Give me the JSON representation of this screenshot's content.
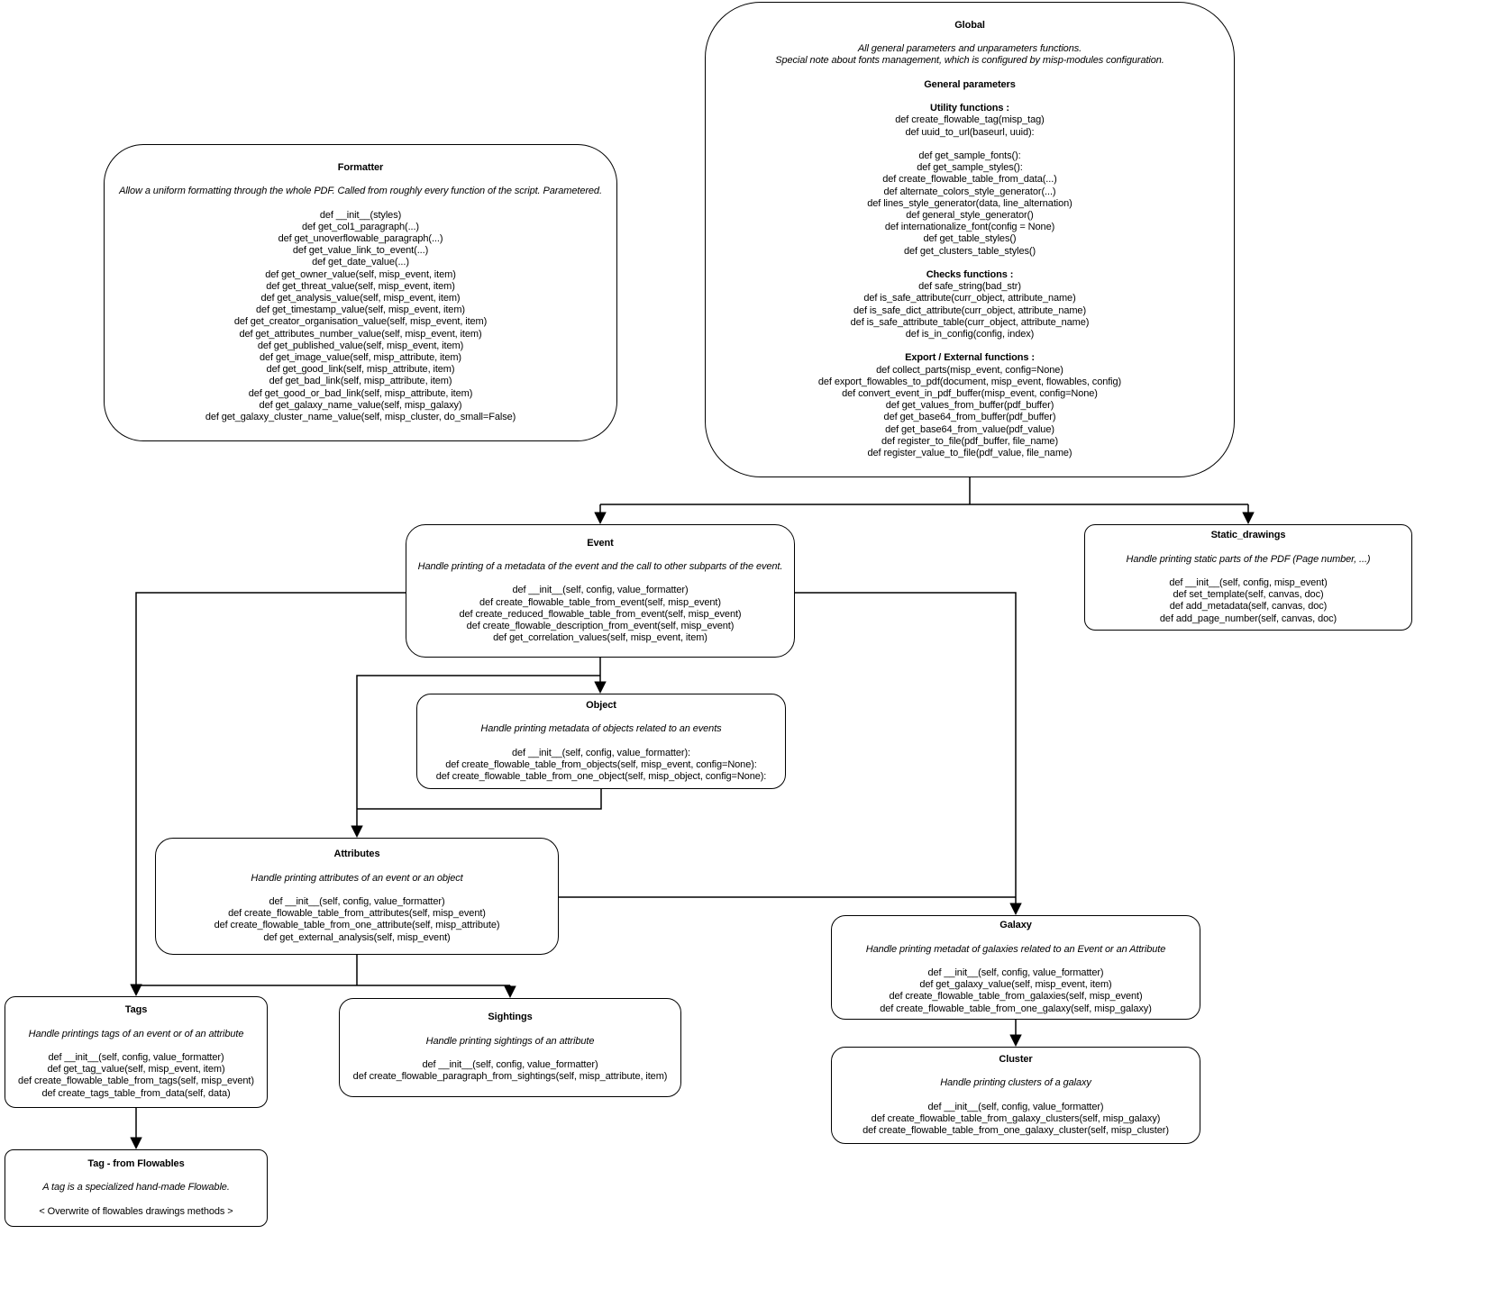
{
  "diagram": {
    "background_color": "#ffffff",
    "stroke_color": "#000000",
    "text_color": "#000000",
    "boxes": [
      {
        "id": "formatter",
        "title": "Formatter",
        "lines": [
          {
            "s": "blank"
          },
          {
            "t": "Allow a uniform formatting through the whole PDF. Called from roughly every function of the script. Parametered.",
            "s": "italic"
          },
          {
            "s": "blank"
          },
          {
            "t": "def __init__(styles)",
            "s": "plain"
          },
          {
            "t": "def get_col1_paragraph(...)",
            "s": "plain"
          },
          {
            "t": "def get_unoverflowable_paragraph(...)",
            "s": "plain"
          },
          {
            "t": "def get_value_link_to_event(...)",
            "s": "plain"
          },
          {
            "t": "def get_date_value(...)",
            "s": "plain"
          },
          {
            "t": "def get_owner_value(self, misp_event, item)",
            "s": "plain"
          },
          {
            "t": "def get_threat_value(self, misp_event, item)",
            "s": "plain"
          },
          {
            "t": "def get_analysis_value(self, misp_event, item)",
            "s": "plain"
          },
          {
            "t": "def get_timestamp_value(self, misp_event, item)",
            "s": "plain"
          },
          {
            "t": "def get_creator_organisation_value(self, misp_event, item)",
            "s": "plain"
          },
          {
            "t": "def get_attributes_number_value(self, misp_event, item)",
            "s": "plain"
          },
          {
            "t": "def get_published_value(self, misp_event, item)",
            "s": "plain"
          },
          {
            "t": "def get_image_value(self, misp_attribute, item)",
            "s": "plain"
          },
          {
            "t": "def get_good_link(self, misp_attribute, item)",
            "s": "plain"
          },
          {
            "t": "def get_bad_link(self, misp_attribute, item)",
            "s": "plain"
          },
          {
            "t": "def get_good_or_bad_link(self, misp_attribute, item)",
            "s": "plain"
          },
          {
            "t": "def get_galaxy_name_value(self, misp_galaxy)",
            "s": "plain"
          },
          {
            "t": "def get_galaxy_cluster_name_value(self, misp_cluster, do_small=False)",
            "s": "plain"
          }
        ]
      },
      {
        "id": "global",
        "title": "Global",
        "lines": [
          {
            "s": "blank"
          },
          {
            "t": "All general parameters and unparameters functions.",
            "s": "italic"
          },
          {
            "t": "Special note about fonts management, which is configured by misp-modules configuration.",
            "s": "italic"
          },
          {
            "s": "blank"
          },
          {
            "t": "General parameters",
            "s": "bold"
          },
          {
            "s": "blank"
          },
          {
            "t": "Utility functions :",
            "s": "bold"
          },
          {
            "t": "def create_flowable_tag(misp_tag)",
            "s": "plain"
          },
          {
            "t": "def uuid_to_url(baseurl, uuid):",
            "s": "plain"
          },
          {
            "s": "blank"
          },
          {
            "t": "def get_sample_fonts():",
            "s": "plain"
          },
          {
            "t": "def get_sample_styles():",
            "s": "plain"
          },
          {
            "t": "def create_flowable_table_from_data(...)",
            "s": "plain"
          },
          {
            "t": "def alternate_colors_style_generator(...)",
            "s": "plain"
          },
          {
            "t": "def lines_style_generator(data, line_alternation)",
            "s": "plain"
          },
          {
            "t": "def general_style_generator()",
            "s": "plain"
          },
          {
            "t": "def internationalize_font(config = None)",
            "s": "plain"
          },
          {
            "t": "def get_table_styles()",
            "s": "plain"
          },
          {
            "t": "def get_clusters_table_styles()",
            "s": "plain"
          },
          {
            "s": "blank"
          },
          {
            "t": "Checks functions :",
            "s": "bold"
          },
          {
            "t": "def safe_string(bad_str)",
            "s": "plain"
          },
          {
            "t": "def is_safe_attribute(curr_object, attribute_name)",
            "s": "plain"
          },
          {
            "t": "def is_safe_dict_attribute(curr_object, attribute_name)",
            "s": "plain"
          },
          {
            "t": "def is_safe_attribute_table(curr_object, attribute_name)",
            "s": "plain"
          },
          {
            "t": "def is_in_config(config, index)",
            "s": "plain"
          },
          {
            "s": "blank"
          },
          {
            "t": "Export / External functions :",
            "s": "bold"
          },
          {
            "t": "def collect_parts(misp_event, config=None)",
            "s": "plain"
          },
          {
            "t": "def export_flowables_to_pdf(document, misp_event, flowables, config)",
            "s": "plain"
          },
          {
            "t": "def convert_event_in_pdf_buffer(misp_event, config=None)",
            "s": "plain"
          },
          {
            "t": "def get_values_from_buffer(pdf_buffer)",
            "s": "plain"
          },
          {
            "t": "def get_base64_from_buffer(pdf_buffer)",
            "s": "plain"
          },
          {
            "t": "def get_base64_from_value(pdf_value)",
            "s": "plain"
          },
          {
            "t": "def register_to_file(pdf_buffer, file_name)",
            "s": "plain"
          },
          {
            "t": "def register_value_to_file(pdf_value, file_name)",
            "s": "plain"
          }
        ]
      },
      {
        "id": "event",
        "title": "Event",
        "lines": [
          {
            "s": "blank"
          },
          {
            "t": "Handle printing of a metadata of the event and the call to other subparts of the event.",
            "s": "italic"
          },
          {
            "s": "blank"
          },
          {
            "t": "def __init__(self, config, value_formatter)",
            "s": "plain"
          },
          {
            "t": "def create_flowable_table_from_event(self, misp_event)",
            "s": "plain"
          },
          {
            "t": "def create_reduced_flowable_table_from_event(self, misp_event)",
            "s": "plain"
          },
          {
            "t": "def create_flowable_description_from_event(self, misp_event)",
            "s": "plain"
          },
          {
            "t": "def get_correlation_values(self, misp_event, item)",
            "s": "plain"
          }
        ]
      },
      {
        "id": "static_drawings",
        "title": "Static_drawings",
        "lines": [
          {
            "s": "blank"
          },
          {
            "t": "Handle printing static parts of the PDF (Page number, ...)",
            "s": "italic"
          },
          {
            "s": "blank"
          },
          {
            "t": "def __init__(self, config, misp_event)",
            "s": "plain"
          },
          {
            "t": "def set_template(self, canvas, doc)",
            "s": "plain"
          },
          {
            "t": "def add_metadata(self, canvas, doc)",
            "s": "plain"
          },
          {
            "t": "def add_page_number(self, canvas, doc)",
            "s": "plain"
          }
        ]
      },
      {
        "id": "object",
        "title": "Object",
        "lines": [
          {
            "s": "blank"
          },
          {
            "t": "Handle printing metadata of objects related to an events",
            "s": "italic"
          },
          {
            "s": "blank"
          },
          {
            "t": "def __init__(self, config, value_formatter):",
            "s": "plain"
          },
          {
            "t": "def create_flowable_table_from_objects(self, misp_event, config=None):",
            "s": "plain"
          },
          {
            "t": "def create_flowable_table_from_one_object(self, misp_object, config=None):",
            "s": "plain"
          }
        ]
      },
      {
        "id": "attributes",
        "title": "Attributes",
        "lines": [
          {
            "s": "blank"
          },
          {
            "t": "Handle printing attributes of an event or an object",
            "s": "italic"
          },
          {
            "s": "blank"
          },
          {
            "t": "def __init__(self, config, value_formatter)",
            "s": "plain"
          },
          {
            "t": "def create_flowable_table_from_attributes(self, misp_event)",
            "s": "plain"
          },
          {
            "t": "def create_flowable_table_from_one_attribute(self, misp_attribute)",
            "s": "plain"
          },
          {
            "t": "def get_external_analysis(self, misp_event)",
            "s": "plain"
          }
        ]
      },
      {
        "id": "galaxy",
        "title": "Galaxy",
        "lines": [
          {
            "s": "blank"
          },
          {
            "t": "Handle printing metadat of galaxies related to an Event or an Attribute",
            "s": "italic"
          },
          {
            "s": "blank"
          },
          {
            "t": "def __init__(self, config, value_formatter)",
            "s": "plain"
          },
          {
            "t": "def get_galaxy_value(self, misp_event, item)",
            "s": "plain"
          },
          {
            "t": "def create_flowable_table_from_galaxies(self, misp_event)",
            "s": "plain"
          },
          {
            "t": "def create_flowable_table_from_one_galaxy(self, misp_galaxy)",
            "s": "plain"
          }
        ]
      },
      {
        "id": "tags",
        "title": "Tags",
        "lines": [
          {
            "s": "blank"
          },
          {
            "t": "Handle printings tags of an event or of an attribute",
            "s": "italic"
          },
          {
            "s": "blank"
          },
          {
            "t": "def __init__(self, config, value_formatter)",
            "s": "plain"
          },
          {
            "t": "def get_tag_value(self, misp_event, item)",
            "s": "plain"
          },
          {
            "t": "def create_flowable_table_from_tags(self, misp_event)",
            "s": "plain"
          },
          {
            "t": "def create_tags_table_from_data(self, data)",
            "s": "plain"
          }
        ]
      },
      {
        "id": "sightings",
        "title": "Sightings",
        "lines": [
          {
            "s": "blank"
          },
          {
            "t": "Handle printing sightings of an attribute",
            "s": "italic"
          },
          {
            "s": "blank"
          },
          {
            "t": "def __init__(self, config, value_formatter)",
            "s": "plain"
          },
          {
            "t": "def create_flowable_paragraph_from_sightings(self, misp_attribute, item)",
            "s": "plain"
          }
        ]
      },
      {
        "id": "cluster",
        "title": "Cluster",
        "lines": [
          {
            "s": "blank"
          },
          {
            "t": "Handle printing clusters of a galaxy",
            "s": "italic"
          },
          {
            "s": "blank"
          },
          {
            "t": "def __init__(self, config, value_formatter)",
            "s": "plain"
          },
          {
            "t": "def create_flowable_table_from_galaxy_clusters(self, misp_galaxy)",
            "s": "plain"
          },
          {
            "t": "def create_flowable_table_from_one_galaxy_cluster(self, misp_cluster)",
            "s": "plain"
          }
        ]
      },
      {
        "id": "tag_flowables",
        "title": "Tag - from Flowables",
        "lines": [
          {
            "s": "blank"
          },
          {
            "t": "A tag is a specialized hand-made Flowable.",
            "s": "italic"
          },
          {
            "s": "blank"
          },
          {
            "t": "< Overwrite of flowables drawings methods >",
            "s": "plain"
          }
        ]
      }
    ],
    "connections": [
      {
        "from": "global",
        "to": "event"
      },
      {
        "from": "global",
        "to": "static_drawings"
      },
      {
        "from": "event",
        "to": "object"
      },
      {
        "from": "event",
        "to": "attributes"
      },
      {
        "from": "object",
        "to": "attributes"
      },
      {
        "from": "event",
        "to": "tags"
      },
      {
        "from": "event",
        "to": "galaxy"
      },
      {
        "from": "attributes",
        "to": "galaxy"
      },
      {
        "from": "attributes",
        "to": "tags"
      },
      {
        "from": "attributes",
        "to": "sightings"
      },
      {
        "from": "tags",
        "to": "tag_flowables"
      },
      {
        "from": "galaxy",
        "to": "cluster"
      }
    ]
  }
}
